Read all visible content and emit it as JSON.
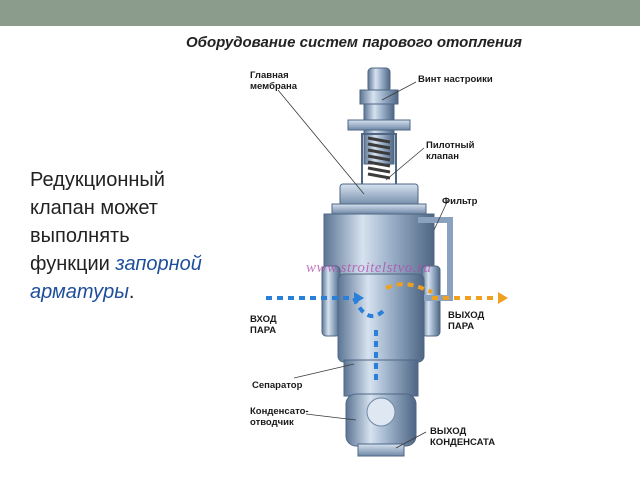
{
  "header": {
    "title": "Оборудование систем парового отопления"
  },
  "body_text": {
    "line1": "Редукционный",
    "line2": "клапан может",
    "line3": "выполнять",
    "line4_prefix": "функции ",
    "line4_highlight": "запорной",
    "line5_highlight": "арматуры",
    "line5_suffix": "."
  },
  "diagram": {
    "labels": {
      "main_membrane": "Главная\nмембрана",
      "adjust_screw": "Винт настроики",
      "pilot_valve": "Пилотный\nклапан",
      "filter": "Фильтр",
      "steam_in": "ВХОД\nПАРА",
      "steam_out": "ВЫХОД\nПАРА",
      "separator": "Сепаратор",
      "condensate_trap": "Конденсато-\nотводчик",
      "condensate_out": "ВЫХОД\nКОНДЕНСАТА"
    },
    "watermark": "www.stroitelstvo.ru",
    "colors": {
      "steel": "#9fb3cc",
      "steel_dark": "#4f6784",
      "steam_blue": "#2a7fd8",
      "steam_orange": "#f0a020",
      "callout_line": "#3a3a3a"
    }
  }
}
